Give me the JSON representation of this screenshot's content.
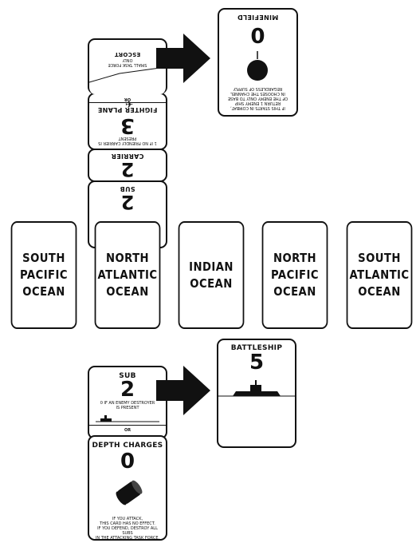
{
  "oceans": [
    {
      "label": "SOUTH\nPACIFIC\nOCEAN"
    },
    {
      "label": "NORTH\nATLANTIC\nOCEAN"
    },
    {
      "label": "INDIAN\nOCEAN"
    },
    {
      "label": "NORTH\nPACIFIC\nOCEAN"
    },
    {
      "label": "SOUTH\nATLANTIC\nOCEAN"
    }
  ],
  "top_stack": {
    "sub": {
      "title": "SUB",
      "value": "2"
    },
    "carrier": {
      "title": "CARRIER",
      "value": "2"
    },
    "fighter": {
      "title": "FIGHTER PLANE",
      "value": "3",
      "note": "1 IF NO FRIENDLY CARRIER IS PRESENT",
      "or": "OR"
    },
    "top_card": {
      "title": "ESCORT",
      "note": "SMALL TASK FORCE ONLY"
    }
  },
  "minefield": {
    "title": "MINEFIELD",
    "value": "0",
    "rule": "IF THIS STARTS IN COMBAT,\nRETURN 1 ENEMY SHIP\nOF THE ENEMY ONLY TO BASE\nIN CHOOSES THE CHANNEL\nREGARDLESS OF SUPPLY"
  },
  "battleship": {
    "title": "BATTLESHIP",
    "value": "5"
  },
  "bottom_stack": {
    "sub": {
      "title": "SUB",
      "value": "2",
      "note": "0 IF AN ENEMY DESTROYER\nIS PRESENT",
      "or": "OR"
    },
    "depth": {
      "title": "DEPTH CHARGES",
      "value": "0",
      "rule": "IF YOU ATTACK,\nTHIS CARD HAS NO EFFECT.\nIF YOU DEFEND, DESTROY ALL SUBS\nIN THE ATTACKING TASK FORCE."
    }
  },
  "colors": {
    "ink": "#111111",
    "paper": "#ffffff"
  }
}
